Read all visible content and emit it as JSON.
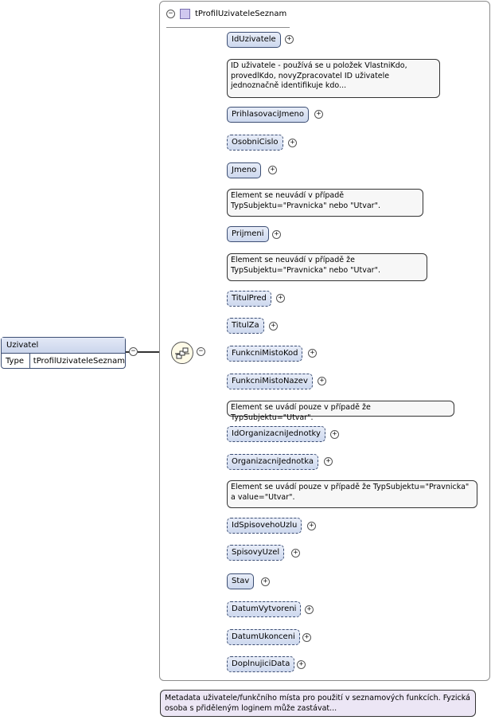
{
  "complex_type": {
    "name": "tProfilUzivateleSeznam",
    "collapse_symbol": "⊖"
  },
  "root": {
    "name": "Uzivatel",
    "type_key": "Type",
    "type_value": "tProfilUzivateleSeznam"
  },
  "elements": [
    {
      "name": "IdUzivatele",
      "note": "ID uživatele - používá se u položek VlastniKdo, provedlKdo, novyZpracovatel ID uživatele jednoznačně identifikuje kdo..."
    },
    {
      "name": "PrihlasovaciJmeno"
    },
    {
      "name": "OsobniCislo"
    },
    {
      "name": "Jmeno",
      "note": "Element se neuvádí v případě TypSubjektu=\"Pravnicka\" nebo \"Utvar\"."
    },
    {
      "name": "Prijmeni",
      "note": "Element se neuvádí v případě že TypSubjektu=\"Pravnicka\" nebo \"Utvar\"."
    },
    {
      "name": "TitulPred"
    },
    {
      "name": "TitulZa"
    },
    {
      "name": "FunkcniMistoKod"
    },
    {
      "name": "FunkcniMistoNazev",
      "note": "Element se uvádí pouze v případě že TypSubjektu=\"Utvar\"."
    },
    {
      "name": "IdOrganizacniJednotky"
    },
    {
      "name": "OrganizacniJednotka",
      "note": "Element se uvádí pouze v případě že TypSubjektu=\"Pravnicka\" a value=\"Utvar\"."
    },
    {
      "name": "IdSpisovehoUzlu"
    },
    {
      "name": "SpisovyUzel"
    },
    {
      "name": "Stav"
    },
    {
      "name": "DatumVytvoreni"
    },
    {
      "name": "DatumUkonceni"
    },
    {
      "name": "DoplnujiciData"
    }
  ],
  "bottom_note": "Metadata uživatele/funkčního místa pro použití v seznamových funkcích. Fyzická osoba s přiděleným loginem může zastávat...",
  "colors": {
    "element_fill": "#cdd8ee",
    "element_border": "#3c4e73",
    "note_fill": "#f7f7f7",
    "bottom_note_fill": "#ece6f5"
  }
}
